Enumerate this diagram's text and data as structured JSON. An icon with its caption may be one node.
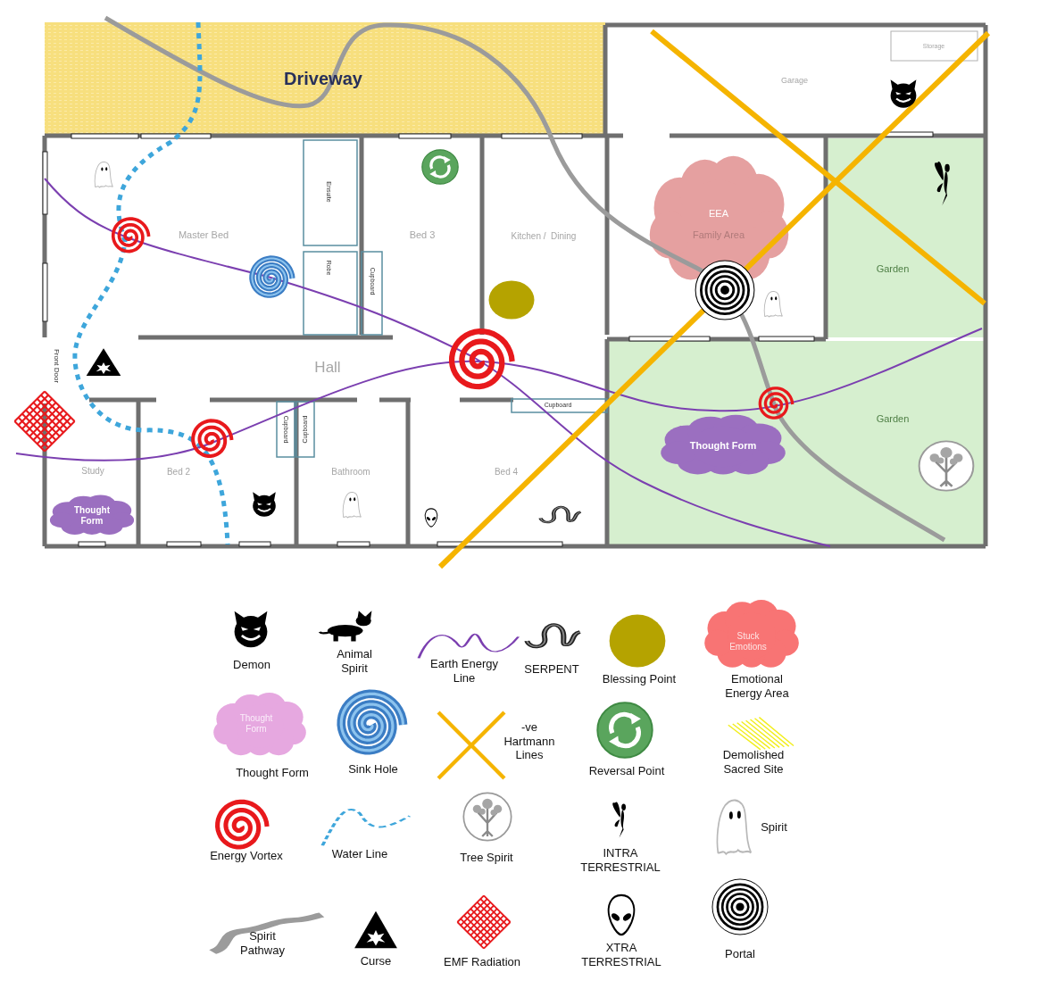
{
  "diagram": {
    "nodes": [
      {
        "text": [
          "EEA",
          "Family Area"
        ]
      },
      {
        "text": [
          "Thought Form"
        ]
      },
      {
        "text": [
          "Thought Form"
        ]
      }
    ],
    "labels": [
      "Driveway",
      "Storage",
      "Garage",
      "Ensuite",
      "Master Bed",
      "Bed 3",
      "Kitchen /  Dining",
      "Garden",
      "Robe",
      "Cupboard",
      "Hall",
      "Front Door",
      "Cupboard",
      "Cupboard",
      "Cupboard",
      "Study",
      "Bed 2",
      "Bathroom",
      "Bed 4",
      "Garden",
      "Stuck Emotions",
      "Thought Form"
    ],
    "legend": [
      {
        "text": "Demon"
      },
      {
        "text": "Animal Spirit"
      },
      {
        "text": "Earth Energy Line"
      },
      {
        "text": "SERPENT"
      },
      {
        "text": "Blessing Point",
        "color": "#b5a300"
      },
      {
        "text": "Emotional Energy Area",
        "color": "#f87474"
      },
      {
        "text": "Thought Form",
        "color": "#e6a8e0"
      },
      {
        "text": "Sink Hole"
      },
      {
        "text": "-ve Hartmann Lines"
      },
      {
        "text": "Reversal Point"
      },
      {
        "text": "Demolished Sacred Site"
      },
      {
        "text": "Energy Vortex"
      },
      {
        "text": "Water Line"
      },
      {
        "text": "Tree Spirit"
      },
      {
        "text": "INTRA TERRESTRIAL"
      },
      {
        "text": "Spirit"
      },
      {
        "text": "Spirit Pathway"
      },
      {
        "text": "Curse"
      },
      {
        "text": "EMF Radiation"
      },
      {
        "text": "XTRA TERRESTRIAL"
      },
      {
        "text": "Portal"
      }
    ]
  }
}
